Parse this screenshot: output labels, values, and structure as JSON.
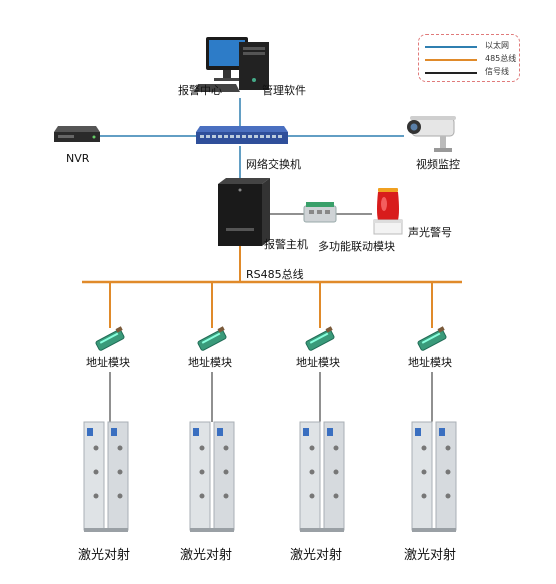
{
  "legend": {
    "items": [
      {
        "label": "以太网",
        "color": "#2f7fb0"
      },
      {
        "label": "485总线",
        "color": "#e08a2a"
      },
      {
        "label": "信号线",
        "color": "#222222"
      }
    ]
  },
  "nodes": {
    "alarm_center": "报警中心",
    "mgmt_software": "管理软件",
    "nvr": "NVR",
    "switch": "网络交换机",
    "video_monitor": "视频监控",
    "alarm_host": "报警主机",
    "linkage_module": "多功能联动模块",
    "siren": "声光警号",
    "bus": "RS485总线"
  },
  "branches": [
    {
      "module": "地址模块",
      "detector": "激光对射"
    },
    {
      "module": "地址模块",
      "detector": "激光对射"
    },
    {
      "module": "地址模块",
      "detector": "激光对射"
    },
    {
      "module": "地址模块",
      "detector": "激光对射"
    }
  ],
  "colors": {
    "ethernet": "#2f7fb0",
    "bus": "#e08a2a",
    "signal": "#222222"
  }
}
